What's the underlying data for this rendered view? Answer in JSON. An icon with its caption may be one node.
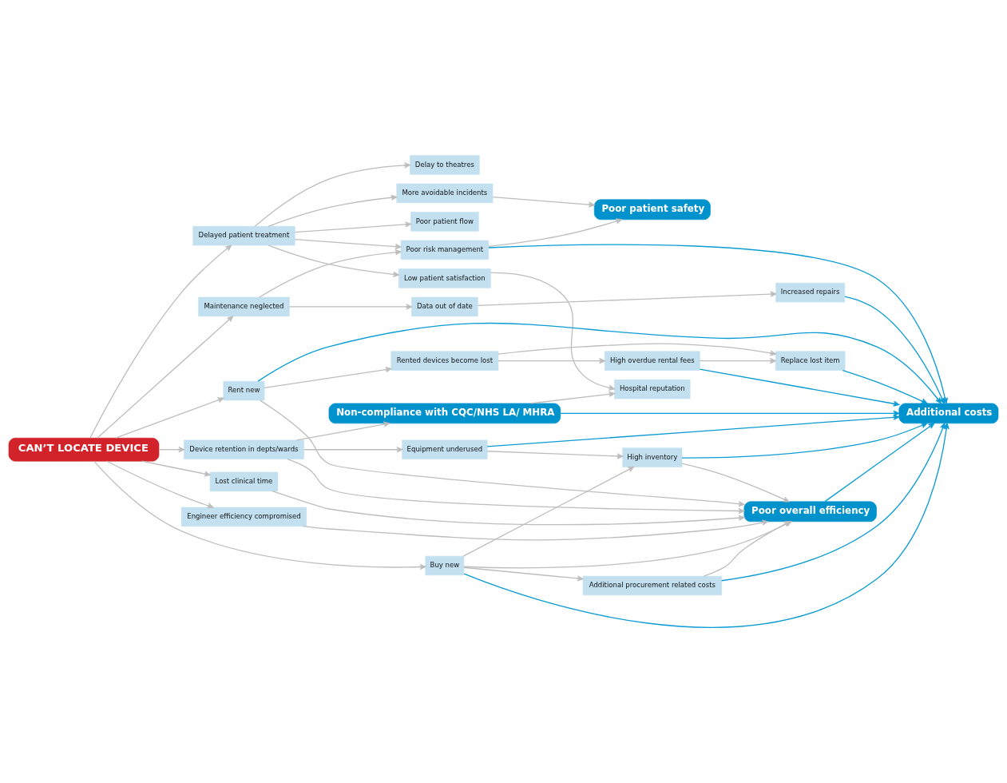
{
  "diagram": {
    "nodes": [
      {
        "text": [
          "Hospital reputation"
        ]
      },
      {
        "text": [
          "Replace lost item"
        ]
      },
      {
        "text": [
          "Increased repairs"
        ]
      },
      {
        "text": [
          "Poor patient safety"
        ]
      },
      {
        "text": [
          "Low patient satisfaction"
        ]
      },
      {
        "text": [
          "High overdue rental fees"
        ]
      },
      {
        "text": [
          "More avoidable incidents"
        ]
      },
      {
        "text": [
          "Poor risk management"
        ]
      },
      {
        "text": [
          "Delayed patient treatment"
        ]
      },
      {
        "text": [
          "Rented devices become lost"
        ]
      },
      {
        "text": [
          "Data out of date"
        ]
      },
      {
        "text": [
          "Poor patient flow"
        ]
      },
      {
        "text": [
          "Delay to theatres"
        ]
      },
      {
        "text": [
          "Maintenance neglected"
        ]
      },
      {
        "text": [
          "Rent new"
        ]
      },
      {
        "text": [
          "Device retention in depts/wards"
        ]
      },
      {
        "text": [
          "CAN’T LOCATE DEVICE"
        ]
      },
      {
        "text": [
          "Buy new"
        ]
      },
      {
        "text": [
          "Additional costs"
        ]
      },
      {
        "text": [
          "Non-compliance with CQC/NHS LA/ MHRA"
        ]
      },
      {
        "text": [
          "Lost clinical time"
        ]
      },
      {
        "text": [
          "Poor overall efficiency"
        ]
      },
      {
        "text": [
          "High inventory"
        ]
      },
      {
        "text": [
          "Engineer efficiency compromised"
        ]
      },
      {
        "text": [
          "Equipment underused"
        ]
      },
      {
        "text": [
          "Additional procurement related costs"
        ]
      }
    ],
    "edges": [
      {
        "from": 16,
        "to": 13,
        "arrow": "to"
      },
      {
        "from": 16,
        "to": 8,
        "arrow": "to"
      },
      {
        "from": 16,
        "to": 14,
        "arrow": "to"
      },
      {
        "from": 16,
        "to": 15,
        "arrow": "to"
      },
      {
        "from": 16,
        "to": 17,
        "arrow": "to"
      },
      {
        "from": 16,
        "to": 20,
        "arrow": "to"
      },
      {
        "from": 16,
        "to": 23,
        "arrow": "to"
      },
      {
        "from": 8,
        "to": 6,
        "arrow": "to"
      },
      {
        "from": 8,
        "to": 7,
        "arrow": "to"
      },
      {
        "from": 8,
        "to": 4,
        "arrow": "to"
      },
      {
        "from": 8,
        "to": 11,
        "arrow": "to"
      },
      {
        "from": 8,
        "to": 12,
        "arrow": "to"
      },
      {
        "from": 6,
        "to": 3,
        "arrow": "to"
      },
      {
        "from": 7,
        "to": 3,
        "arrow": "to"
      },
      {
        "from": 4,
        "to": 0,
        "arrow": "to"
      },
      {
        "from": 19,
        "to": 0,
        "arrow": "to"
      },
      {
        "from": 13,
        "to": 10,
        "arrow": "to"
      },
      {
        "from": 13,
        "to": 7,
        "arrow": "to"
      },
      {
        "from": 10,
        "to": 2,
        "arrow": "to"
      },
      {
        "from": 14,
        "to": 9,
        "arrow": "to"
      },
      {
        "from": 9,
        "to": 1,
        "arrow": "to"
      },
      {
        "from": 9,
        "to": 5,
        "arrow": "to"
      },
      {
        "from": 5,
        "to": 1,
        "arrow": "to"
      },
      {
        "from": 14,
        "to": 21,
        "arrow": "to"
      },
      {
        "from": 15,
        "to": 19,
        "arrow": "to"
      },
      {
        "from": 15,
        "to": 21,
        "arrow": "to"
      },
      {
        "from": 15,
        "to": 24,
        "arrow": "to"
      },
      {
        "from": 20,
        "to": 21,
        "arrow": "to"
      },
      {
        "from": 17,
        "to": 21,
        "arrow": "to"
      },
      {
        "from": 17,
        "to": 25,
        "arrow": "to"
      },
      {
        "from": 17,
        "to": 22,
        "arrow": "to"
      },
      {
        "from": 22,
        "to": 21,
        "arrow": "to"
      },
      {
        "from": 23,
        "to": 21,
        "arrow": "to"
      },
      {
        "from": 24,
        "to": 22,
        "arrow": "to"
      },
      {
        "from": 25,
        "to": 21,
        "arrow": "to"
      },
      {
        "from": 14,
        "to": 18,
        "arrow": "to",
        "color": "#0a9bd4"
      },
      {
        "from": 7,
        "to": 18,
        "arrow": "to",
        "color": "#0a9bd4"
      },
      {
        "from": 5,
        "to": 18,
        "arrow": "to",
        "color": "#0a9bd4"
      },
      {
        "from": 2,
        "to": 18,
        "arrow": "to",
        "color": "#0a9bd4"
      },
      {
        "from": 1,
        "to": 18,
        "arrow": "to",
        "color": "#0a9bd4"
      },
      {
        "from": 17,
        "to": 18,
        "arrow": "to",
        "color": "#0a9bd4"
      },
      {
        "from": 22,
        "to": 18,
        "arrow": "to",
        "color": "#0a9bd4"
      },
      {
        "from": 25,
        "to": 18,
        "arrow": "to",
        "color": "#0a9bd4"
      },
      {
        "from": 21,
        "to": 18,
        "arrow": "to",
        "color": "#0a9bd4"
      },
      {
        "from": 24,
        "to": 18,
        "arrow": "to",
        "color": "#0a9bd4"
      },
      {
        "from": 19,
        "to": 18,
        "arrow": "to",
        "color": "#0a9bd4"
      }
    ]
  }
}
